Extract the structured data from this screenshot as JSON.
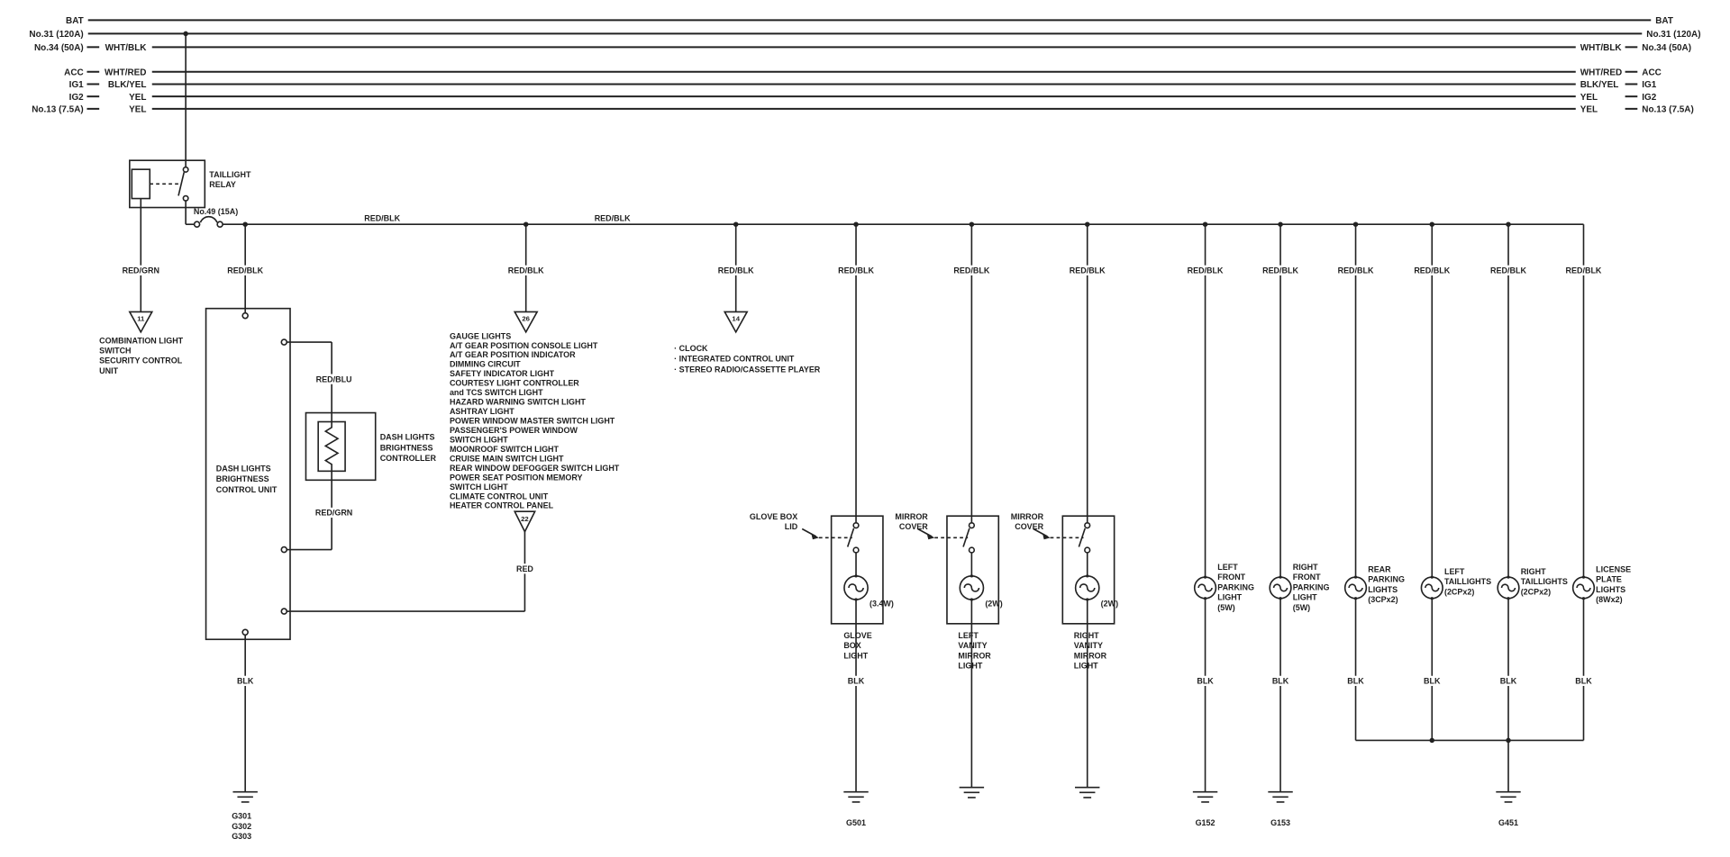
{
  "colors": {
    "ink": "#222222",
    "background": "#ffffff"
  },
  "rails": [
    {
      "left_name": "BAT",
      "right_name": "BAT"
    },
    {
      "left_name": "No.31 (120A)",
      "right_name": "No.31 (120A)"
    },
    {
      "left_name": "No.34 (50A)",
      "left_wire": "WHT/BLK",
      "right_wire": "WHT/BLK",
      "right_name": "No.34 (50A)"
    },
    {
      "left_name": "ACC",
      "left_wire": "WHT/RED",
      "right_wire": "WHT/RED",
      "right_name": "ACC"
    },
    {
      "left_name": "IG1",
      "left_wire": "BLK/YEL",
      "right_wire": "BLK/YEL",
      "right_name": "IG1"
    },
    {
      "left_name": "IG2",
      "left_wire": "YEL",
      "right_wire": "YEL",
      "right_name": "IG2"
    },
    {
      "left_name": "No.13 (7.5A)",
      "left_wire": "YEL",
      "right_wire": "YEL",
      "right_name": "No.13 (7.5A)"
    }
  ],
  "relay": {
    "name_line1": "TAILLIGHT",
    "name_line2": "RELAY"
  },
  "fuse": {
    "label": "No.49 (15A)"
  },
  "bus": {
    "label_a": "RED/BLK",
    "label_b": "RED/BLK"
  },
  "drops": {
    "comb": {
      "wire": "RED/GRN",
      "connector": "11",
      "lines": [
        "COMBINATION LIGHT",
        "SWITCH",
        "SECURITY CONTROL",
        "UNIT"
      ]
    },
    "dash": {
      "wire": "RED/BLK",
      "unit": [
        "DASH LIGHTS",
        "BRIGHTNESS",
        "CONTROL UNIT"
      ],
      "wire_top": "RED/BLU",
      "wire_bottom": "RED/GRN",
      "controller": [
        "DASH LIGHTS",
        "BRIGHTNESS",
        "CONTROLLER"
      ],
      "wire_ground": "BLK",
      "grounds": [
        "G301",
        "G302",
        "G303"
      ]
    },
    "gauge": {
      "wire": "RED/BLK",
      "connector": "26",
      "connector2": "22",
      "wire_red": "RED",
      "loads": [
        "GAUGE LIGHTS",
        "A/T GEAR POSITION CONSOLE LIGHT",
        "A/T GEAR POSITION INDICATOR",
        "DIMMING CIRCUIT",
        "SAFETY INDICATOR LIGHT",
        "COURTESY LIGHT CONTROLLER",
        "and TCS SWITCH LIGHT",
        "HAZARD WARNING SWITCH LIGHT",
        "ASHTRAY LIGHT",
        "POWER WINDOW MASTER SWITCH LIGHT",
        "PASSENGER'S POWER WINDOW",
        "SWITCH LIGHT",
        "MOONROOF SWITCH LIGHT",
        "CRUISE MAIN SWITCH LIGHT",
        "REAR WINDOW DEFOGGER SWITCH LIGHT",
        "POWER SEAT POSITION MEMORY",
        "SWITCH LIGHT",
        "CLIMATE CONTROL UNIT",
        "HEATER CONTROL PANEL"
      ]
    },
    "clock": {
      "wire": "RED/BLK",
      "connector": "14",
      "loads": [
        "· CLOCK",
        "· INTEGRATED CONTROL UNIT",
        "· STEREO RADIO/CASSETTE PLAYER"
      ]
    },
    "glove": {
      "wire": "RED/BLK",
      "actuator": [
        "GLOVE BOX",
        "LID"
      ],
      "watt": "(3.4W)",
      "name": [
        "GLOVE",
        "BOX",
        "LIGHT"
      ],
      "wire_ground": "BLK",
      "ground": "G501"
    },
    "vanity_left": {
      "wire": "RED/BLK",
      "actuator": [
        "MIRROR",
        "COVER"
      ],
      "watt": "(2W)",
      "name": [
        "LEFT",
        "VANITY",
        "MIRROR",
        "LIGHT"
      ]
    },
    "vanity_right": {
      "wire": "RED/BLK",
      "actuator": [
        "MIRROR",
        "COVER"
      ],
      "watt": "(2W)",
      "name": [
        "RIGHT",
        "VANITY",
        "MIRROR",
        "LIGHT"
      ]
    },
    "park_left": {
      "wire": "RED/BLK",
      "name": [
        "LEFT",
        "FRONT",
        "PARKING",
        "LIGHT",
        "(5W)"
      ],
      "wire_ground": "BLK",
      "ground": "G152"
    },
    "park_right": {
      "wire": "RED/BLK",
      "name": [
        "RIGHT",
        "FRONT",
        "PARKING",
        "LIGHT",
        "(5W)"
      ],
      "wire_ground": "BLK",
      "ground": "G153"
    },
    "park_rear": {
      "wire": "RED/BLK",
      "name": [
        "REAR",
        "PARKING",
        "LIGHTS",
        "(3CPx2)"
      ],
      "wire_ground": "BLK"
    },
    "tail_left": {
      "wire": "RED/BLK",
      "name": [
        "LEFT",
        "TAILLIGHTS",
        "(2CPx2)"
      ],
      "wire_ground": "BLK"
    },
    "tail_right": {
      "wire": "RED/BLK",
      "name": [
        "RIGHT",
        "TAILLIGHTS",
        "(2CPx2)"
      ],
      "wire_ground": "BLK",
      "ground": "G451"
    },
    "license": {
      "wire": "RED/BLK",
      "name": [
        "LICENSE",
        "PLATE",
        "LIGHTS",
        "(8Wx2)"
      ],
      "wire_ground": "BLK"
    }
  }
}
